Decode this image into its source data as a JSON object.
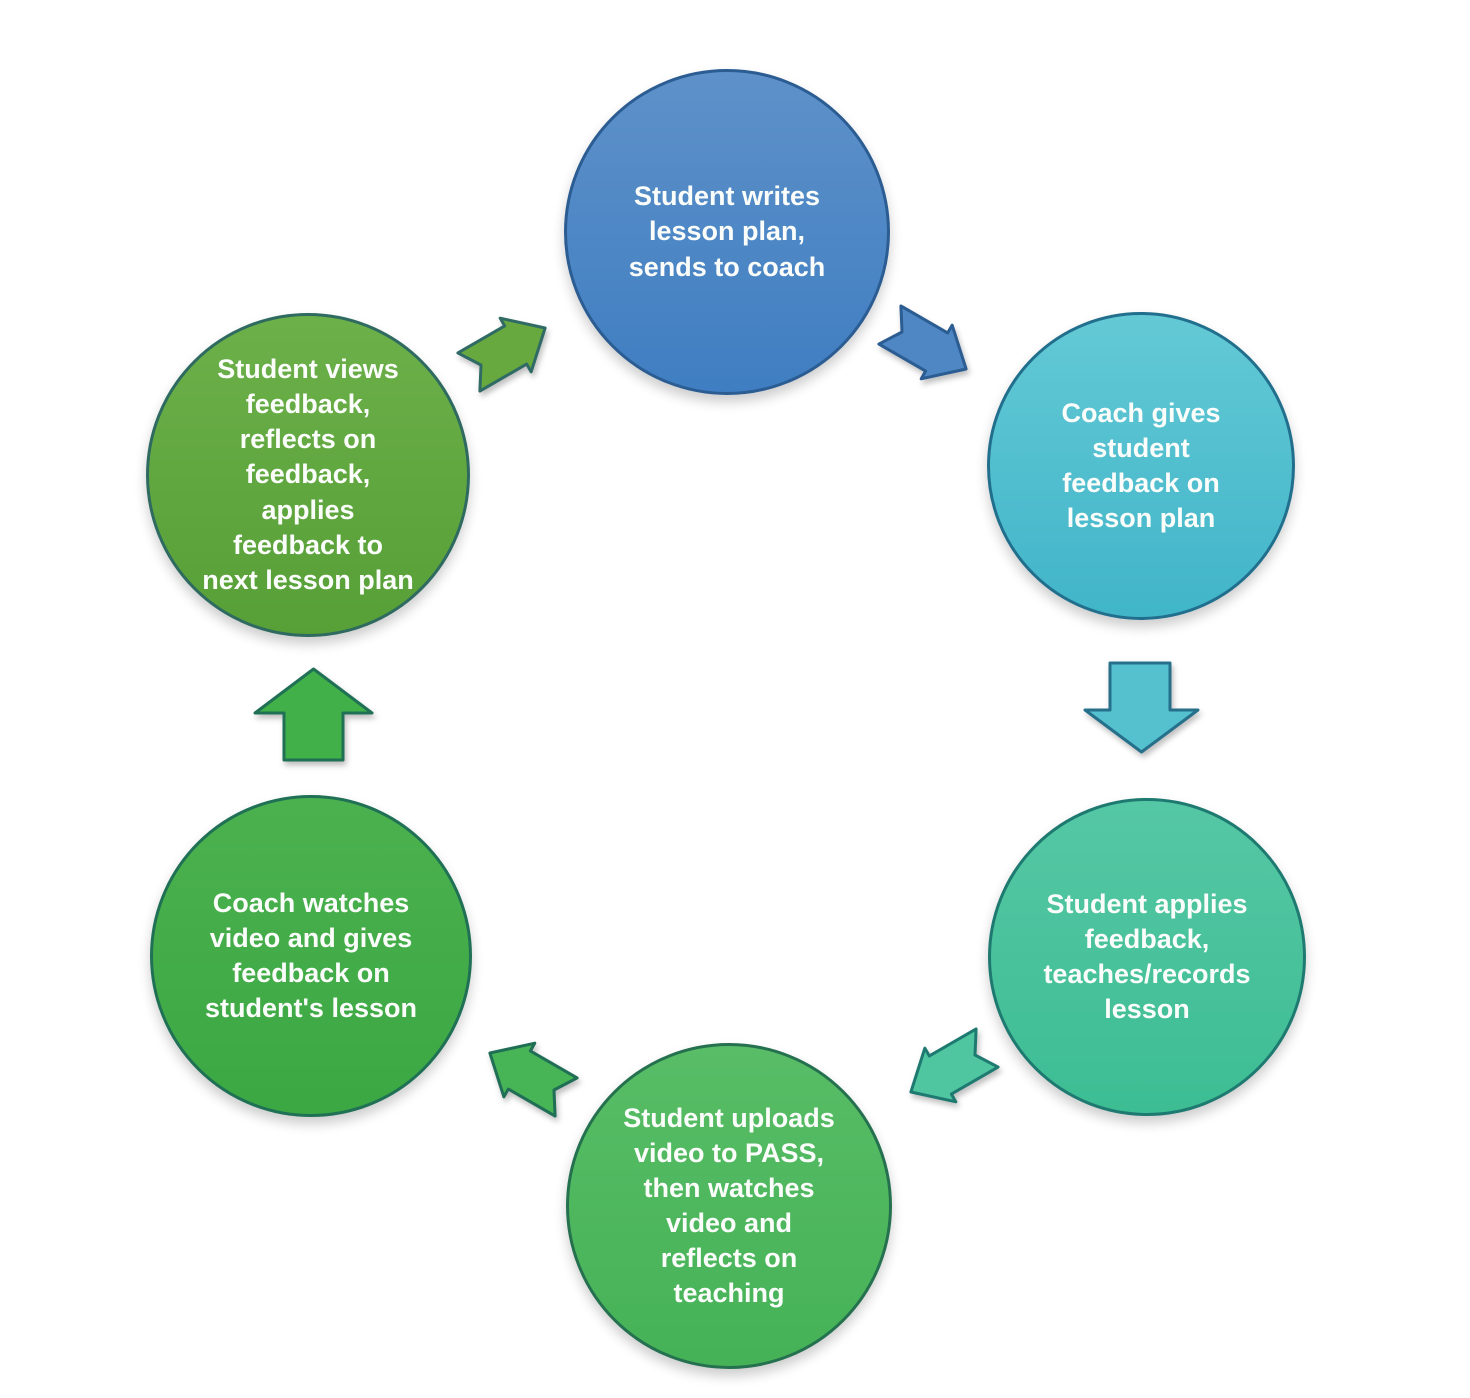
{
  "diagram": {
    "background": "#ffffff",
    "text_color": "#ffffff",
    "nodes": [
      {
        "id": "student-writes",
        "label": "Student writes\nlesson plan,\nsends to coach",
        "fill_top": "#5e91c9",
        "fill_bottom": "#3f7ec2",
        "border": "#2b5c92"
      },
      {
        "id": "coach-gives-feedback",
        "label": "Coach gives\nstudent\nfeedback on\nlesson plan",
        "fill_top": "#63c9d5",
        "fill_bottom": "#41b5c9",
        "border": "#216f8d"
      },
      {
        "id": "student-applies-feedback",
        "label": "Student applies\nfeedback,\nteaches/records\nlesson",
        "fill_top": "#55c7a4",
        "fill_bottom": "#3dbd93",
        "border": "#1e7a70"
      },
      {
        "id": "student-uploads-video",
        "label": "Student uploads\nvideo to PASS,\nthen watches\nvideo and\nreflects on\nteaching",
        "fill_top": "#58bd66",
        "fill_bottom": "#45b257",
        "border": "#25704e"
      },
      {
        "id": "coach-watches-video",
        "label": "Coach watches\nvideo and gives\nfeedback on\nstudent's lesson",
        "fill_top": "#4bb14e",
        "fill_bottom": "#3ba843",
        "border": "#1f7054"
      },
      {
        "id": "student-views-feedback",
        "label": "Student views\nfeedback,\nreflects on\nfeedback,\napplies\nfeedback to\nnext lesson plan",
        "fill_top": "#6cb04a",
        "fill_bottom": "#579f37",
        "border": "#2e6a60"
      }
    ],
    "arrows": [
      {
        "id": "writes-to-gives",
        "shape": "notched-arrow-down-right",
        "fill": "#4e87c4",
        "stroke": "#2b5c92"
      },
      {
        "id": "gives-to-applies",
        "shape": "block-arrow-down",
        "fill": "#55c1ce",
        "stroke": "#26708c"
      },
      {
        "id": "applies-to-uploads",
        "shape": "notched-arrow-down-left",
        "fill": "#4fc6a0",
        "stroke": "#1e7a70"
      },
      {
        "id": "uploads-to-watches",
        "shape": "notched-arrow-up-left",
        "fill": "#47b556",
        "stroke": "#1f6e55"
      },
      {
        "id": "watches-to-views",
        "shape": "block-arrow-up",
        "fill": "#41b048",
        "stroke": "#1f7054"
      },
      {
        "id": "views-to-writes",
        "shape": "notched-arrow-up-right",
        "fill": "#68a93f",
        "stroke": "#2f6b64"
      }
    ]
  }
}
